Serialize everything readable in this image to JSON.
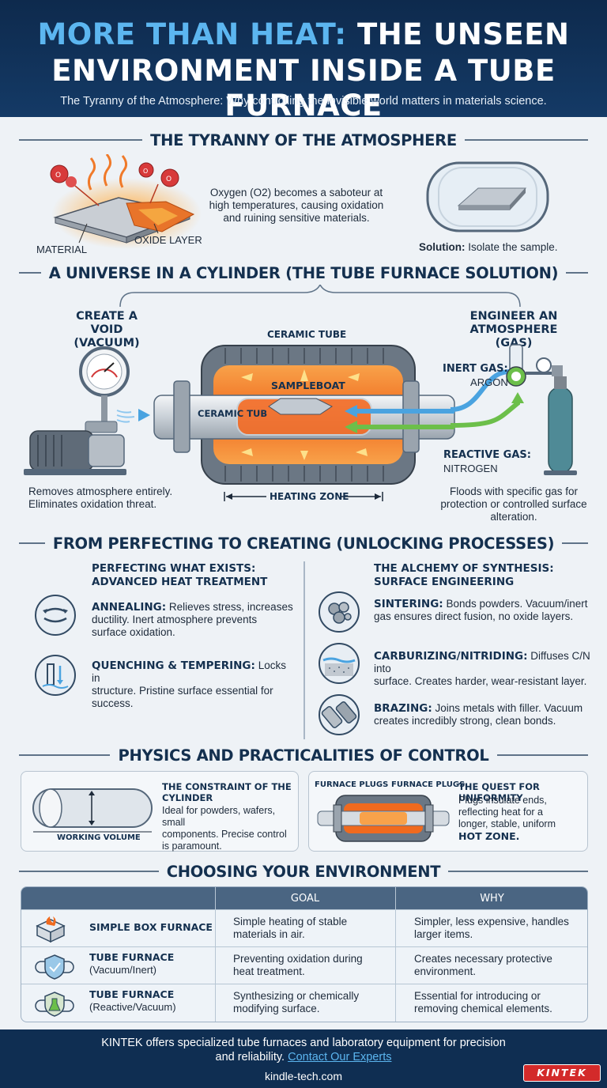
{
  "header": {
    "title_accent": "MORE THAN HEAT:",
    "title_rest": "THE UNSEEN",
    "title_line2": "ENVIRONMENT INSIDE A TUBE FURNACE",
    "subtitle": "The Tyranny of the Atmosphere: Why controlling the invisible world matters in materials science."
  },
  "tyranny": {
    "heading": "THE TYRANNY OF THE ATMOSPHERE",
    "o2_label": "O",
    "material_label": "MATERIAL",
    "oxide_label": "OXIDE LAYER",
    "description": "Oxygen (O2) becomes a saboteur at high temperatures, causing oxidation and ruining sensitive materials.",
    "solution_bold": "Solution:",
    "solution_text": "Isolate the sample."
  },
  "cylinder": {
    "heading": "A UNIVERSE IN A CYLINDER (THE TUBE FURNACE SOLUTION)",
    "void_title_1": "CREATE A VOID",
    "void_title_2": "(VACUUM)",
    "void_desc_1": "Removes atmosphere entirely.",
    "void_desc_2": "Eliminates oxidation threat.",
    "ceramic_tube_top": "CERAMIC TUBE",
    "sampleboat": "SAMPLEBOAT",
    "ceramic_tub_side": "CERAMIC TUB",
    "heating_zone": "HEATING ZONE",
    "gas_title_1": "ENGINEER AN",
    "gas_title_2": "ATMOSPHERE (GAS)",
    "inert_label": "INERT GAS:",
    "inert_value": "ARGON",
    "reactive_label": "REACTIVE GAS:",
    "reactive_value": "NITROGEN",
    "gas_desc_1": "Floods with specific gas for",
    "gas_desc_2": "protection or controlled surface",
    "gas_desc_3": "alteration."
  },
  "processes": {
    "heading": "FROM PERFECTING TO CREATING (UNLOCKING PROCESSES)",
    "left_title_1": "PERFECTING WHAT EXISTS:",
    "left_title_2": "ADVANCED HEAT TREATMENT",
    "annealing_bold": "ANNEALING:",
    "annealing_text_1": "Relieves stress, increases",
    "annealing_text_2": "ductility. Inert atmosphere prevents",
    "annealing_text_3": "surface oxidation.",
    "quench_bold": "QUENCHING & TEMPERING:",
    "quench_text_1": "Locks in",
    "quench_text_2": "structure. Pristine surface essential for",
    "quench_text_3": "success.",
    "right_title_1": "THE ALCHEMY OF SYNTHESIS:",
    "right_title_2": "SURFACE ENGINEERING",
    "sinter_bold": "SINTERING:",
    "sinter_text_1": "Bonds powders. Vacuum/inert",
    "sinter_text_2": "gas ensures direct fusion, no oxide layers.",
    "carb_bold": "CARBURIZING/NITRIDING:",
    "carb_text_1": "Diffuses C/N into",
    "carb_text_2": "surface. Creates harder, wear-resistant layer.",
    "braze_bold": "BRAZING:",
    "braze_text_1": "Joins metals with filler. Vacuum",
    "braze_text_2": "creates incredibly strong, clean bonds."
  },
  "physics": {
    "heading": "PHYSICS AND PRACTICALITIES OF CONTROL",
    "working_volume": "WORKING VOLUME",
    "constraint_title_1": "THE CONSTRAINT OF THE",
    "constraint_title_2": "CYLINDER",
    "constraint_text_1": "Ideal for powders, wafers, small",
    "constraint_text_2": "components. Precise control",
    "constraint_text_3": "is paramount.",
    "plugs_left": "FURNACE PLUGS",
    "plugs_right": "FURNACE PLUGS",
    "uniform_title": "THE QUEST FOR UNIFORMITY",
    "uniform_text_1": "Plugs insulate ends,",
    "uniform_text_2": "reflecting heat for a",
    "uniform_text_3": "longer, stable, uniform",
    "uniform_bold": "HOT ZONE."
  },
  "environment": {
    "heading": "CHOOSING YOUR ENVIRONMENT",
    "col_goal": "GOAL",
    "col_why": "WHY",
    "rows": [
      {
        "name": "SIMPLE BOX FURNACE",
        "sub": "",
        "goal_1": "Simple heating of stable",
        "goal_2": "materials in air.",
        "why_1": "Simpler, less expensive, handles",
        "why_2": "larger items."
      },
      {
        "name": "TUBE FURNACE",
        "sub": "(Vacuum/Inert)",
        "goal_1": "Preventing oxidation during",
        "goal_2": "heat treatment.",
        "why_1": "Creates necessary protective",
        "why_2": "environment."
      },
      {
        "name": "TUBE FURNACE",
        "sub": "(Reactive/Vacuum)",
        "goal_1": "Synthesizing or chemically",
        "goal_2": "modifying surface.",
        "why_1": "Essential for introducing or",
        "why_2": "removing chemical elements."
      }
    ]
  },
  "footer": {
    "text_1": "KINTEK offers specialized tube furnaces and laboratory equipment for precision",
    "text_2": "and reliability.",
    "link": "Contact Our Experts",
    "site": "kindle-tech.com",
    "brand": "KINTEK"
  },
  "colors": {
    "header_bg": "#0e2a4d",
    "accent_blue": "#5cb6f0",
    "argon_blue": "#4aa3e0",
    "nitrogen_green": "#6cbf4a",
    "heat_orange": "#f06a1e"
  }
}
